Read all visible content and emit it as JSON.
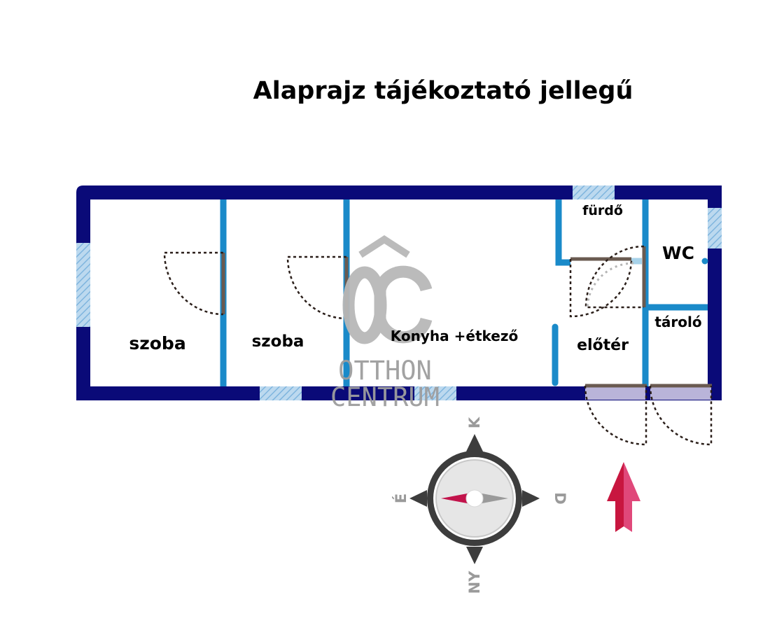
{
  "title": "Alaprajz tájékoztató jellegű",
  "rooms": {
    "szoba1": "szoba",
    "szoba2": "szoba",
    "konyha": "Konyha +étkező",
    "furdo": "fürdő",
    "wc": "WC",
    "tarolo": "tároló",
    "eloter": "előtér"
  },
  "compass": {
    "north": "K",
    "east": "D",
    "south": "NY",
    "west": "É"
  },
  "watermark": {
    "line1": "OTTHON",
    "line2": "CENTRUM"
  },
  "colors": {
    "outer_wall": "#0a0a78",
    "inner_wall": "#1a8ac9",
    "window": "#8fc3e6",
    "door_frame": "#6a5a50",
    "door_swing": "#2b1f1a",
    "entrance_step": "#b9b4d9",
    "compass_ring": "#3d3d3d",
    "compass_needle_red": "#c2134b",
    "compass_needle_grey": "#9a9a9a",
    "arrow": "#d21f52",
    "watermark": "#9e9e9e"
  }
}
